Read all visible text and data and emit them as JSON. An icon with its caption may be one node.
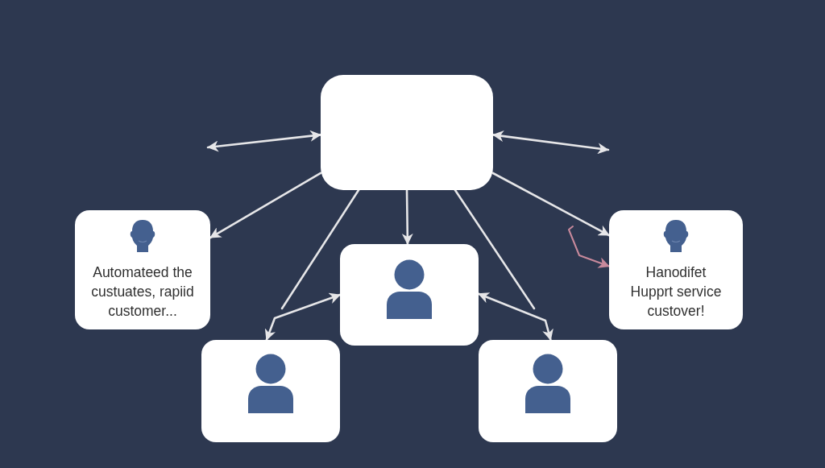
{
  "diagram": {
    "nodes": [
      {
        "text": [],
        "shape": "box"
      },
      {
        "text": [
          "Automateed the custuates, rapiid customer..."
        ]
      },
      {
        "text": [],
        "shape": "box"
      },
      {
        "text": [],
        "shape": "box"
      },
      {
        "text": [],
        "shape": "box"
      },
      {
        "text": [
          "Hanodifet Hupprt service custover!"
        ]
      }
    ],
    "edges": [
      {
        "from": null,
        "to": 0,
        "arrow": "both"
      },
      {
        "from": 0,
        "to": null,
        "arrow": "both"
      },
      {
        "from": 0,
        "to": 1,
        "arrow": "to"
      },
      {
        "from": 0,
        "to": null,
        "arrow": "none"
      },
      {
        "from": 0,
        "to": 2,
        "arrow": "to"
      },
      {
        "from": 0,
        "to": null,
        "arrow": "none"
      },
      {
        "from": 0,
        "to": 5,
        "arrow": "to"
      },
      {
        "from": null,
        "to": 5,
        "arrow": "to",
        "color": "#c98a9c"
      },
      {
        "from": 2,
        "to": 3,
        "arrow": "both"
      },
      {
        "from": 2,
        "to": 4,
        "arrow": "both"
      }
    ]
  }
}
